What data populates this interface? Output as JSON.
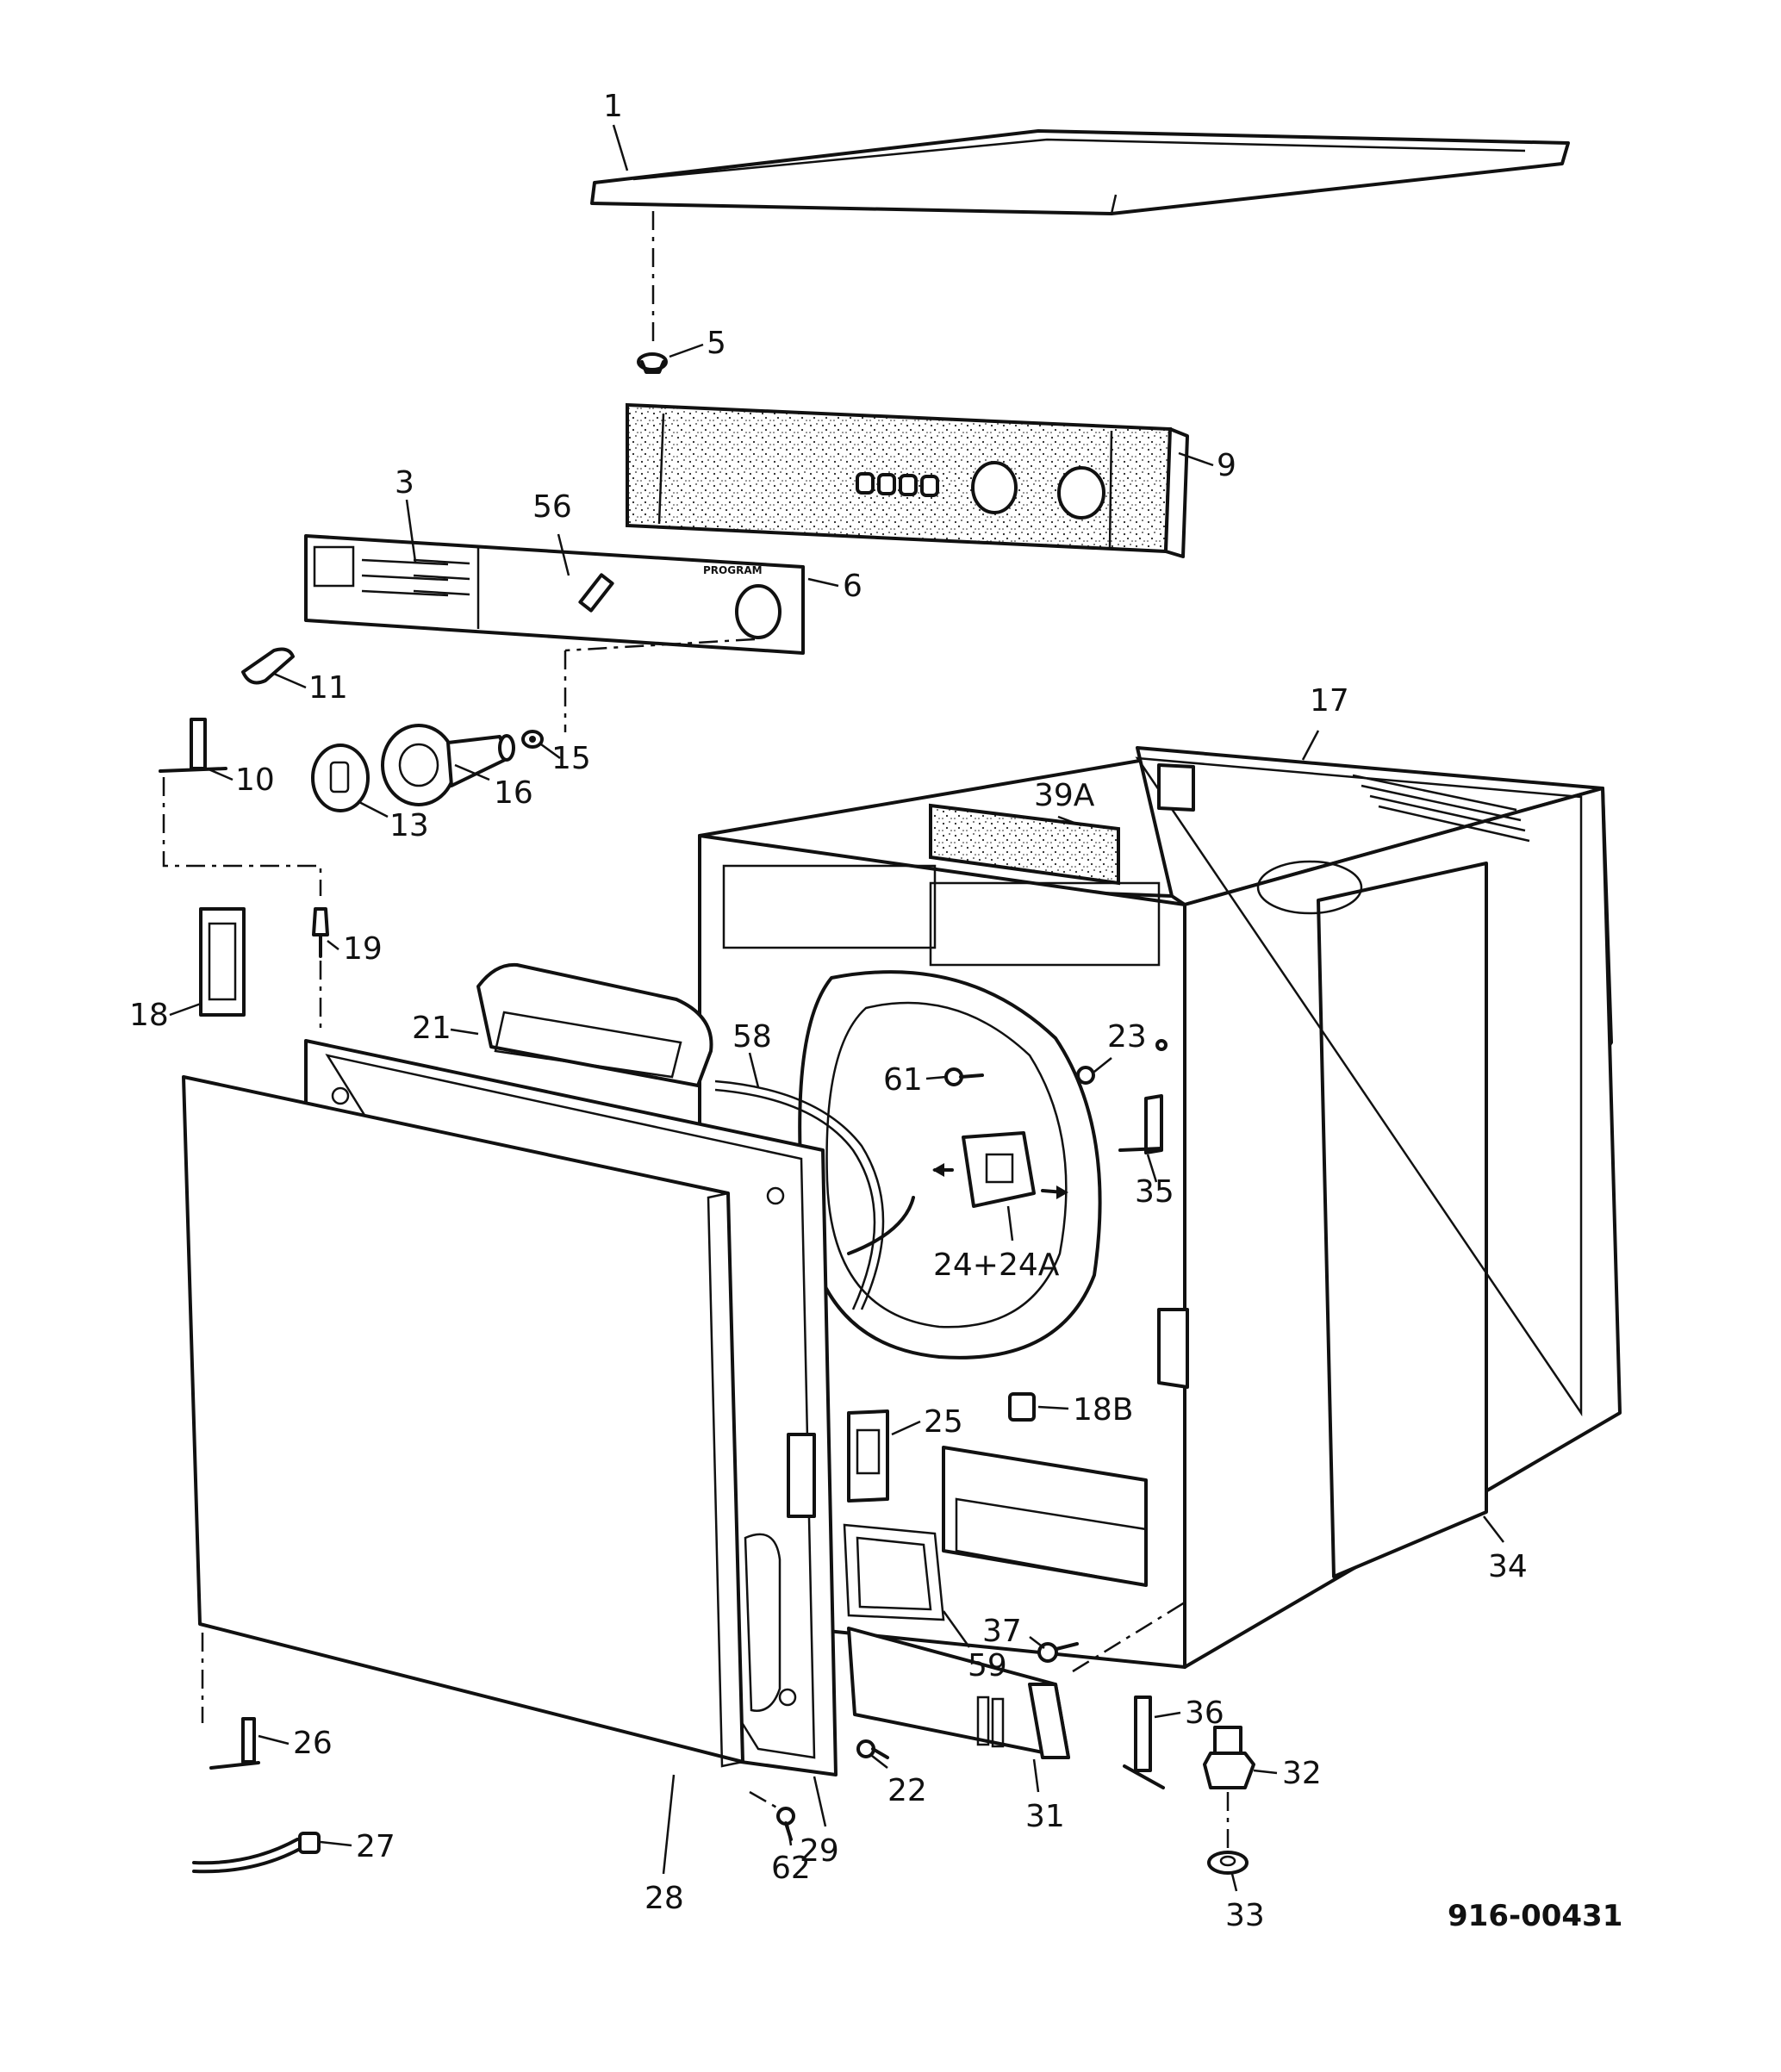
{
  "drawing_number": "916-00431",
  "panel_label": "PROGRAM",
  "parts": [
    "1",
    "3",
    "5",
    "6",
    "9",
    "10",
    "11",
    "13",
    "15",
    "16",
    "17",
    "18",
    "18B",
    "19",
    "21",
    "22",
    "23",
    "24+24A",
    "25",
    "26",
    "27",
    "28",
    "29",
    "31",
    "32",
    "33",
    "34",
    "35",
    "36",
    "37",
    "39A",
    "56",
    "58",
    "59",
    "61",
    "62"
  ]
}
